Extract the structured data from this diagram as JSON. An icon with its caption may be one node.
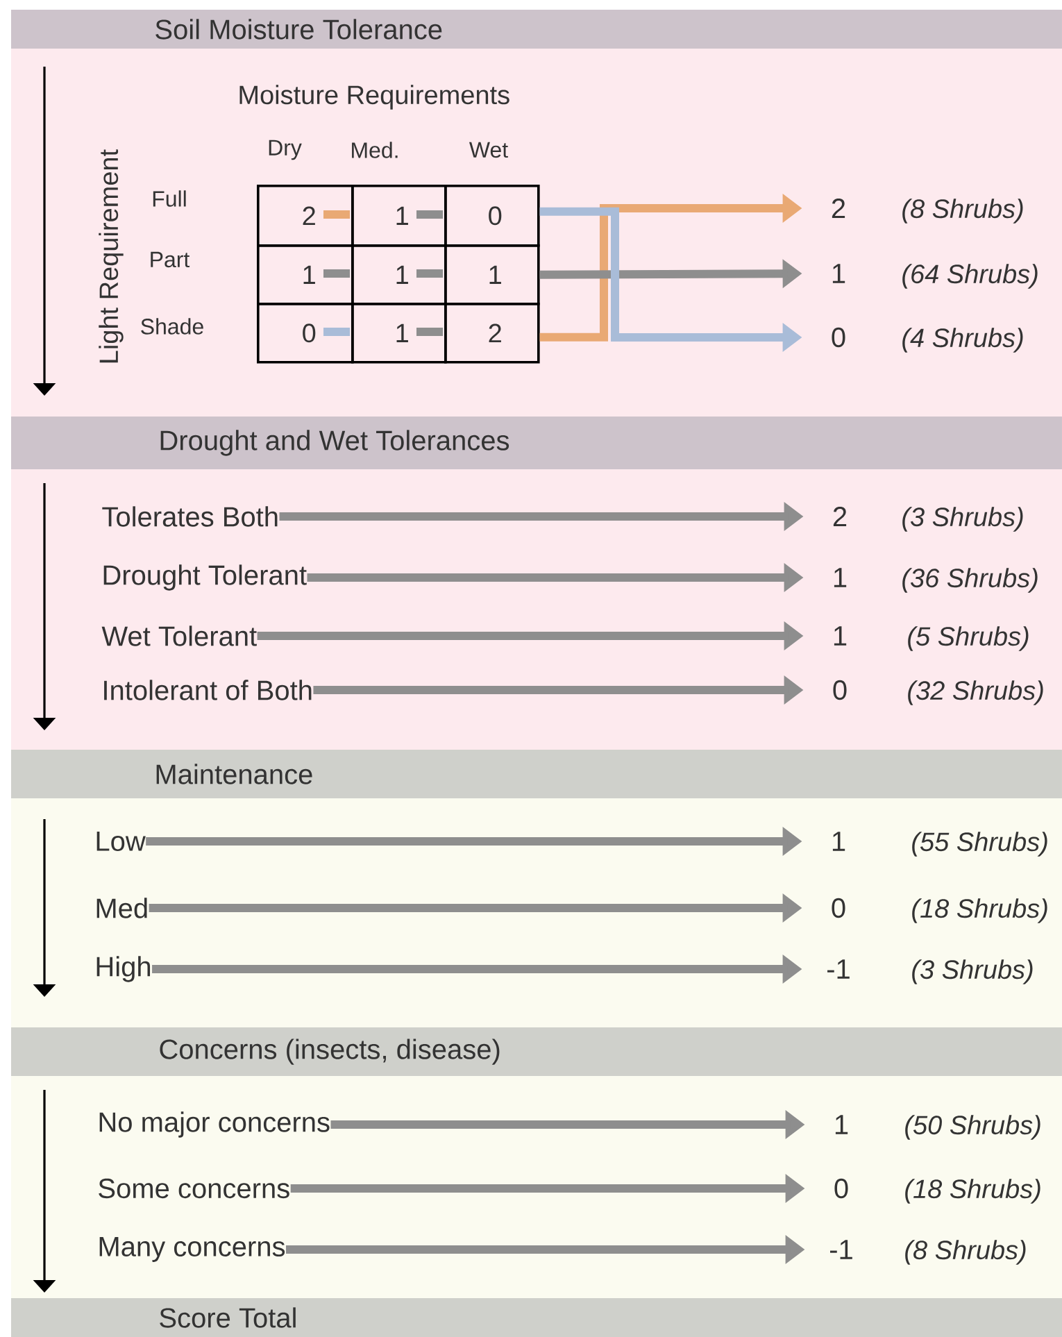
{
  "diagram": {
    "nodes": [
      {
        "text": [
          "Soil Moisture Tolerance"
        ]
      },
      {
        "text": [
          "2"
        ]
      },
      {
        "text": [
          "1"
        ]
      },
      {
        "text": [
          "0"
        ]
      },
      {
        "text": [
          "1"
        ]
      },
      {
        "text": [
          "1"
        ]
      },
      {
        "text": [
          "1"
        ]
      },
      {
        "text": [
          "0"
        ]
      },
      {
        "text": [
          "1"
        ]
      },
      {
        "text": [
          "2"
        ]
      },
      {
        "text": [
          "2"
        ],
        "beside": [
          "(8 Shrubs)"
        ]
      },
      {
        "text": [
          "1"
        ],
        "beside": [
          "(64 Shrubs)"
        ]
      },
      {
        "text": [
          "0"
        ],
        "beside": [
          "(4 Shrubs)"
        ]
      },
      {
        "text": [
          "Drought and Wet Tolerances"
        ]
      },
      {
        "text": [
          "Tolerates Both"
        ]
      },
      {
        "text": [
          "2"
        ],
        "beside": [
          "(3 Shrubs)"
        ]
      },
      {
        "text": [
          "Drought Tolerant"
        ]
      },
      {
        "text": [
          "1"
        ],
        "beside": [
          "(36 Shrubs)"
        ]
      },
      {
        "text": [
          "Wet Tolerant"
        ]
      },
      {
        "text": [
          "1"
        ],
        "beside": [
          "(5 Shrubs)"
        ]
      },
      {
        "text": [
          "Intolerant of Both"
        ]
      },
      {
        "text": [
          "0"
        ],
        "beside": [
          "(32 Shrubs)"
        ]
      },
      {
        "text": [
          "Maintenance"
        ]
      },
      {
        "text": [
          "Low"
        ]
      },
      {
        "text": [
          "1"
        ],
        "beside": [
          "(55 Shrubs)"
        ]
      },
      {
        "text": [
          "Med"
        ]
      },
      {
        "text": [
          "0"
        ],
        "beside": [
          "(18 Shrubs)"
        ]
      },
      {
        "text": [
          "High"
        ]
      },
      {
        "text": [
          "-1"
        ],
        "beside": [
          "(3 Shrubs)"
        ]
      },
      {
        "text": [
          "Concerns (insects, disease)"
        ]
      },
      {
        "text": [
          "No major concerns"
        ]
      },
      {
        "text": [
          "1"
        ],
        "beside": [
          "(50 Shrubs)"
        ]
      },
      {
        "text": [
          "Some concerns"
        ]
      },
      {
        "text": [
          "0"
        ],
        "beside": [
          "(18 Shrubs)"
        ]
      },
      {
        "text": [
          "Many concerns"
        ]
      },
      {
        "text": [
          "-1"
        ],
        "beside": [
          "(8 Shrubs)"
        ]
      },
      {
        "text": [
          "Score Total"
        ]
      }
    ],
    "edges": [
      {
        "from": 9,
        "to": 10,
        "arrow": "to",
        "color": "#e9a974"
      },
      {
        "from": 6,
        "to": 11,
        "arrow": "to"
      },
      {
        "from": 3,
        "to": 12,
        "arrow": "to",
        "color": "#a9bcd8"
      },
      {
        "from": 14,
        "to": 15,
        "arrow": "to"
      },
      {
        "from": 16,
        "to": 17,
        "arrow": "to"
      },
      {
        "from": 18,
        "to": 19,
        "arrow": "to"
      },
      {
        "from": 20,
        "to": 21,
        "arrow": "to"
      },
      {
        "from": 23,
        "to": 24,
        "arrow": "to"
      },
      {
        "from": 25,
        "to": 26,
        "arrow": "to"
      },
      {
        "from": 27,
        "to": 28,
        "arrow": "to"
      },
      {
        "from": 30,
        "to": 31,
        "arrow": "to"
      },
      {
        "from": 32,
        "to": 33,
        "arrow": "to"
      },
      {
        "from": 34,
        "to": 35,
        "arrow": "to"
      }
    ],
    "labels": [
      "Moisture Requirements",
      "Dry",
      "Med.",
      "Wet",
      "Light Requirement",
      "Full",
      "Part",
      "Shade"
    ]
  }
}
